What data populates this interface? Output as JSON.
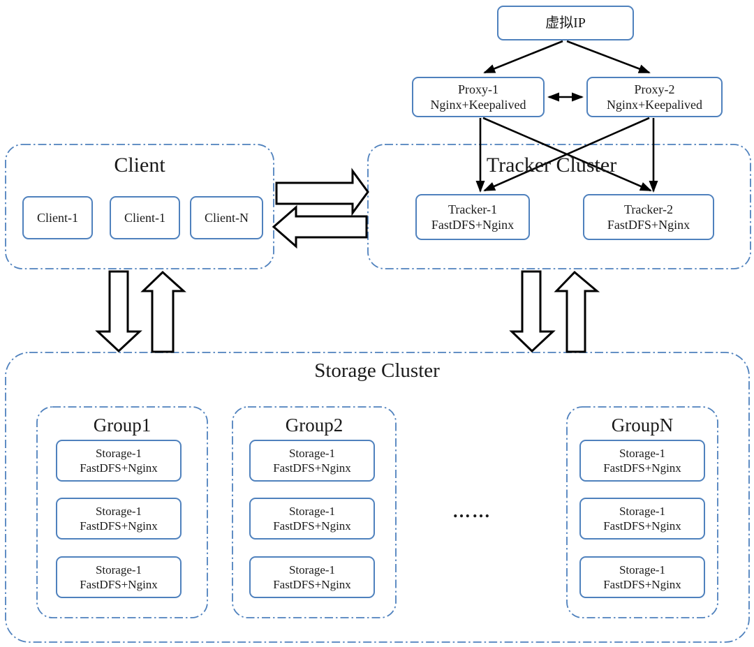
{
  "colors": {
    "box_border": "#4f81bd",
    "dash_border": "#4f81bd",
    "arrow": "#000000",
    "background": "#ffffff",
    "text": "#1a1a1a"
  },
  "vip": {
    "label": "虚拟IP"
  },
  "proxies": [
    {
      "name": "Proxy-1",
      "stack": "Nginx+Keepalived"
    },
    {
      "name": "Proxy-2",
      "stack": "Nginx+Keepalived"
    }
  ],
  "client": {
    "title": "Client",
    "nodes": [
      "Client-1",
      "Client-1",
      "Client-N"
    ]
  },
  "tracker": {
    "title": "Tracker Cluster",
    "nodes": [
      {
        "name": "Tracker-1",
        "stack": "FastDFS+Nginx"
      },
      {
        "name": "Tracker-2",
        "stack": "FastDFS+Nginx"
      }
    ]
  },
  "storage": {
    "title": "Storage Cluster",
    "ellipsis": "……",
    "groups": [
      {
        "title": "Group1",
        "nodes": [
          {
            "name": "Storage-1",
            "stack": "FastDFS+Nginx"
          },
          {
            "name": "Storage-1",
            "stack": "FastDFS+Nginx"
          },
          {
            "name": "Storage-1",
            "stack": "FastDFS+Nginx"
          }
        ]
      },
      {
        "title": "Group2",
        "nodes": [
          {
            "name": "Storage-1",
            "stack": "FastDFS+Nginx"
          },
          {
            "name": "Storage-1",
            "stack": "FastDFS+Nginx"
          },
          {
            "name": "Storage-1",
            "stack": "FastDFS+Nginx"
          }
        ]
      },
      {
        "title": "GroupN",
        "nodes": [
          {
            "name": "Storage-1",
            "stack": "FastDFS+Nginx"
          },
          {
            "name": "Storage-1",
            "stack": "FastDFS+Nginx"
          },
          {
            "name": "Storage-1",
            "stack": "FastDFS+Nginx"
          }
        ]
      }
    ]
  }
}
